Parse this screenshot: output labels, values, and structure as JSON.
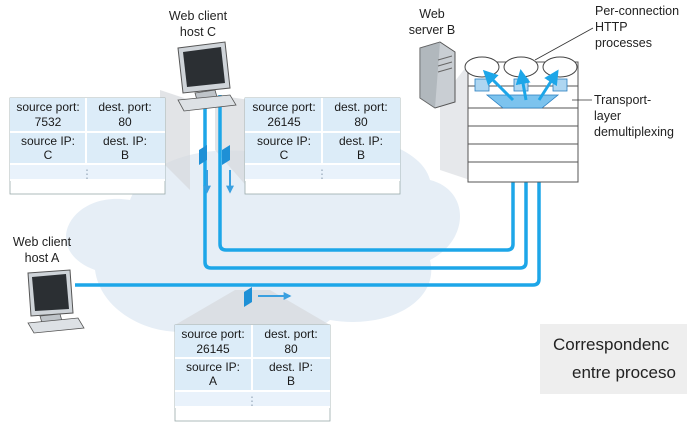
{
  "labels": {
    "host_c_line1": "Web client",
    "host_c_line2": "host C",
    "host_a_line1": "Web client",
    "host_a_line2": "host A",
    "server_line1": "Web",
    "server_line2": "server B",
    "proc_line1": "Per-connection",
    "proc_line2": "HTTP",
    "proc_line3": "processes",
    "demux_line1": "Transport-",
    "demux_line2": "layer",
    "demux_line3": "demultiplexing"
  },
  "segments": [
    {
      "id": "c1",
      "source_port_label": "source port:",
      "source_port": "7532",
      "dest_port_label": "dest. port:",
      "dest_port": "80",
      "source_ip_label": "source IP:",
      "source_ip": "C",
      "dest_ip_label": "dest. IP:",
      "dest_ip": "B"
    },
    {
      "id": "c2",
      "source_port_label": "source port:",
      "source_port": "26145",
      "dest_port_label": "dest. port:",
      "dest_port": "80",
      "source_ip_label": "source IP:",
      "source_ip": "C",
      "dest_ip_label": "dest. IP:",
      "dest_ip": "B"
    },
    {
      "id": "a",
      "source_port_label": "source port:",
      "source_port": "26145",
      "dest_port_label": "dest. port:",
      "dest_port": "80",
      "source_ip_label": "source IP:",
      "source_ip": "A",
      "dest_ip_label": "dest. IP:",
      "dest_ip": "B"
    }
  ],
  "caption": {
    "line1": "Correspondenc",
    "line2": "entre proceso"
  },
  "colors": {
    "path": "#1da6e8",
    "segment_fill": "#dcecf8",
    "cloud": "#e6eef6",
    "shade": "#d5d8dd"
  }
}
